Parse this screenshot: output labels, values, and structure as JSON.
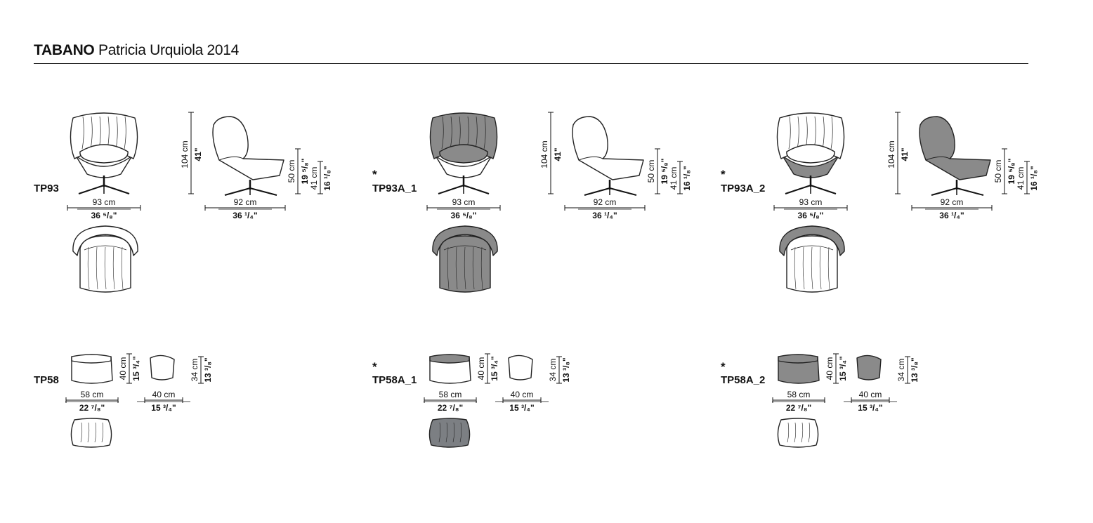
{
  "header": {
    "brand": "TABANO",
    "designer_year": "Patricia Urquiola 2014"
  },
  "colors": {
    "line": "#222222",
    "fill_grey": "#8a8a8a",
    "fill_dark": "#7c7f83",
    "fill_light": "#ffffff"
  },
  "groups": [
    {
      "code": "TP93",
      "asterisk": false,
      "variant": "plain",
      "front_width_cm": "93 cm",
      "front_width_in": "36 ⁵/₈\"",
      "side_depth_cm": "92 cm",
      "side_depth_in": "36 ¹/₄\"",
      "height_cm": "104 cm",
      "height_in": "41\"",
      "seat_cm": "50 cm",
      "seat_in": "19 ⁵/₈\"",
      "arm_cm": "41 cm",
      "arm_in": "16 ¹/₈\""
    },
    {
      "code": "TP93A_1",
      "asterisk": true,
      "variant": "outer",
      "front_width_cm": "93 cm",
      "front_width_in": "36 ⁵/₈\"",
      "side_depth_cm": "92 cm",
      "side_depth_in": "36 ¹/₄\"",
      "height_cm": "104 cm",
      "height_in": "41\"",
      "seat_cm": "50 cm",
      "seat_in": "19 ⁵/₈\"",
      "arm_cm": "41 cm",
      "arm_in": "16 ¹/₈\""
    },
    {
      "code": "TP93A_2",
      "asterisk": true,
      "variant": "shell",
      "front_width_cm": "93 cm",
      "front_width_in": "36 ⁵/₈\"",
      "side_depth_cm": "92 cm",
      "side_depth_in": "36 ¹/₄\"",
      "height_cm": "104 cm",
      "height_in": "41\"",
      "seat_cm": "50 cm",
      "seat_in": "19 ⁵/₈\"",
      "arm_cm": "41 cm",
      "arm_in": "16 ¹/₈\""
    }
  ],
  "ottomans": [
    {
      "code": "TP58",
      "asterisk": false,
      "variant": "plain",
      "front_width_cm": "58 cm",
      "front_width_in": "22 ⁷/₈\"",
      "side_width_cm": "40 cm",
      "side_width_in": "15 ³/₄\"",
      "height_cm": "40 cm",
      "height_in": "15 ³/₄\"",
      "side_height_cm": "34 cm",
      "side_height_in": "13 ³/₈\""
    },
    {
      "code": "TP58A_1",
      "asterisk": true,
      "variant": "outer",
      "front_width_cm": "58 cm",
      "front_width_in": "22 ⁷/₈\"",
      "side_width_cm": "40 cm",
      "side_width_in": "15 ³/₄\"",
      "height_cm": "40 cm",
      "height_in": "15 ³/₄\"",
      "side_height_cm": "34 cm",
      "side_height_in": "13 ³/₈\""
    },
    {
      "code": "TP58A_2",
      "asterisk": true,
      "variant": "shell",
      "front_width_cm": "58 cm",
      "front_width_in": "22 ⁷/₈\"",
      "side_width_cm": "40 cm",
      "side_width_in": "15 ³/₄\"",
      "height_cm": "40 cm",
      "height_in": "15 ³/₄\"",
      "side_height_cm": "34 cm",
      "side_height_in": "13 ³/₈\""
    }
  ],
  "asterisk_glyph": "*"
}
